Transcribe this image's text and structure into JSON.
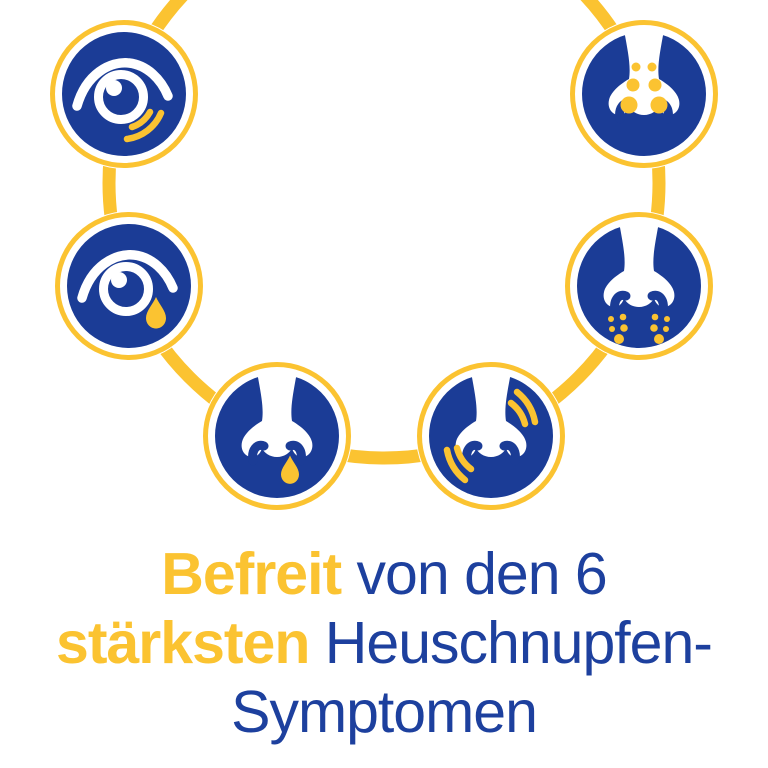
{
  "colors": {
    "yellow": "#FBC331",
    "blue": "#1B3C96",
    "text-blue": "#1D409E",
    "background": "#FFFFFF"
  },
  "ring": {
    "description": "yellow connector ring linking six symptom icons"
  },
  "icons": [
    {
      "name": "itchy-eye-icon"
    },
    {
      "name": "congested-nose-icon"
    },
    {
      "name": "watery-eye-icon"
    },
    {
      "name": "sneezing-nose-icon"
    },
    {
      "name": "runny-nose-icon"
    },
    {
      "name": "itchy-nose-icon"
    }
  ],
  "headline": {
    "line1_highlight": "Befreit",
    "line1_rest": " von den 6",
    "line2_highlight": "stärksten",
    "line2_rest": " Heuschnupfen-",
    "line3": "Symptomen"
  }
}
